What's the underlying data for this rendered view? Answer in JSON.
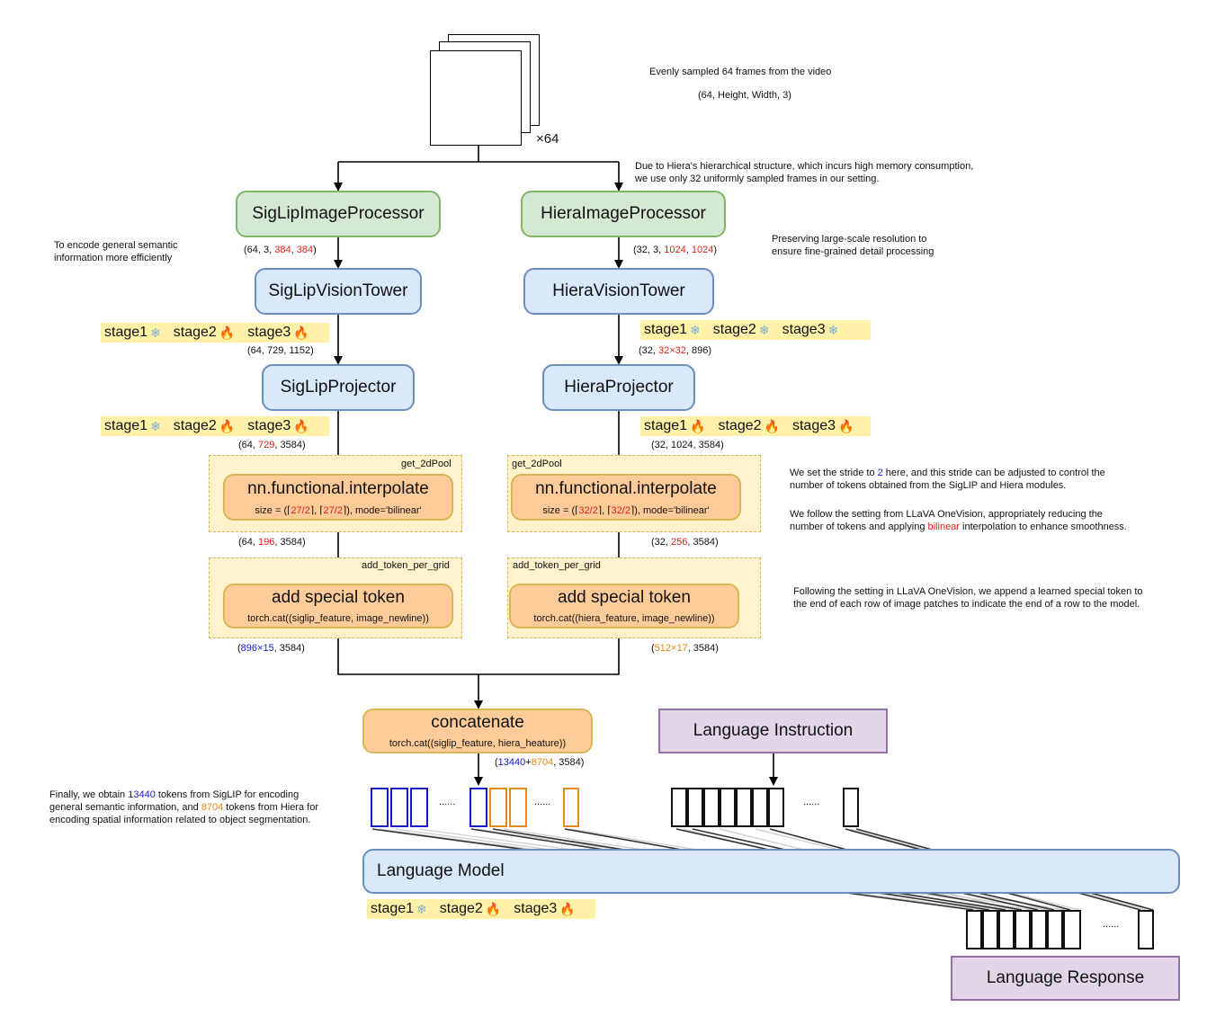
{
  "frames": {
    "multiplier": "×64",
    "note_title": "Evenly sampled 64 frames from the video",
    "note_shape": "(64, Height, Width, 3)"
  },
  "notes": {
    "hiera_memory": [
      "Due to Hiera's hierarchical structure, which incurs high memory consumption,",
      "we use only 32 uniformly sampled frames in our setting."
    ],
    "siglip_efficiency": [
      "To encode general semantic",
      "information more efficiently"
    ],
    "hiera_resolution": [
      "Preserving large-scale resolution to",
      "ensure fine-grained detail processing"
    ],
    "stride": {
      "l1a": "We set the stride to ",
      "l1b": "2",
      "l1c": " here, and this stride can be adjusted to control the",
      "l2": "number of tokens obtained from the SigLIP and Hiera modules."
    },
    "bilinear": {
      "l1": "We follow the setting from LLaVA OneVision, appropriately reducing the",
      "l2a": "number of tokens and applying ",
      "l2b": "bilinear",
      "l2c": " interpolation to enhance smoothness."
    },
    "special_token": [
      "Following the setting in LLaVA OneVision, we append a learned special token to",
      "the end of each row of image patches to indicate the end of a row to the model."
    ],
    "final": {
      "l1a": "Finally, we obtain ",
      "l1b": "13440",
      "l1c": " tokens from SigLIP for encoding",
      "l2a": "general semantic information, and ",
      "l2b": "8704",
      "l2c": " tokens from Hiera for",
      "l3": "encoding spatial information related to object segmentation."
    }
  },
  "siglip": {
    "processor": "SigLipImageProcessor",
    "tower": "SigLipVisionTower",
    "projector": "SigLipProjector",
    "dim_processor": {
      "a": "(64, 3, ",
      "b": "384",
      "c": ", ",
      "d": "384",
      "e": ")"
    },
    "dim_tower": "(64, 729, 1152)",
    "dim_projector": {
      "a": "(64, ",
      "b": "729",
      "c": ", 3584)"
    },
    "dim_pool": {
      "a": "(64, ",
      "b": "196",
      "c": ", 3584)"
    },
    "dim_token": {
      "a": "(",
      "b": "896×15",
      "c": ", 3584)"
    },
    "pool_label": "get_2dPool",
    "interp_title": "nn.functional.interpolate",
    "interp_sub": {
      "a": "size = (⌈",
      "b": "27/2",
      "c": "⌉, ⌈",
      "d": "27/2",
      "e": "⌉), mode='bilinear'"
    },
    "grid_label": "add_token_per_grid",
    "special_title": "add special token",
    "special_sub": "torch.cat((siglip_feature, image_newline))",
    "stages_tower": [
      {
        "label": "stage1",
        "icon": "❄"
      },
      {
        "label": "stage2",
        "icon": "🔥"
      },
      {
        "label": "stage3",
        "icon": "🔥"
      }
    ],
    "stages_projector": [
      {
        "label": "stage1",
        "icon": "❄"
      },
      {
        "label": "stage2",
        "icon": "🔥"
      },
      {
        "label": "stage3",
        "icon": "🔥"
      }
    ]
  },
  "hiera": {
    "processor": "HieraImageProcessor",
    "tower": "HieraVisionTower",
    "projector": "HieraProjector",
    "dim_processor": {
      "a": "(32, 3, ",
      "b": "1024",
      "c": ", ",
      "d": "1024",
      "e": ")"
    },
    "dim_tower": {
      "a": "(32, ",
      "b": "32×32",
      "c": ", 896)"
    },
    "dim_projector": "(32, 1024, 3584)",
    "dim_pool": {
      "a": "(32, ",
      "b": "256",
      "c": ", 3584)"
    },
    "dim_token": {
      "a": "(",
      "b": "512×17",
      "c": ", 3584)"
    },
    "pool_label": "get_2dPool",
    "interp_title": "nn.functional.interpolate",
    "interp_sub": {
      "a": "size = (⌈",
      "b": "32/2",
      "c": "⌉, ⌈",
      "d": "32/2",
      "e": "⌉), mode='bilinear'"
    },
    "grid_label": "add_token_per_grid",
    "special_title": "add special token",
    "special_sub": "torch.cat((hiera_feature, image_newline))",
    "stages_tower": [
      {
        "label": "stage1",
        "icon": "❄"
      },
      {
        "label": "stage2",
        "icon": "❄"
      },
      {
        "label": "stage3",
        "icon": "❄"
      }
    ],
    "stages_projector": [
      {
        "label": "stage1",
        "icon": "🔥"
      },
      {
        "label": "stage2",
        "icon": "🔥"
      },
      {
        "label": "stage3",
        "icon": "🔥"
      }
    ]
  },
  "concat": {
    "title": "concatenate",
    "sub": "torch.cat((siglip_feature, hiera_heature))",
    "dim": {
      "a": "(",
      "b": "13440",
      "c": "+",
      "d": "8704",
      "e": ", 3584)"
    }
  },
  "language_instruction": "Language Instruction",
  "language_model": "Language Model",
  "language_response": "Language Response",
  "lm_stages": [
    {
      "label": "stage1",
      "icon": "❄"
    },
    {
      "label": "stage2",
      "icon": "🔥"
    },
    {
      "label": "stage3",
      "icon": "🔥"
    }
  ],
  "ellipsis": "......"
}
